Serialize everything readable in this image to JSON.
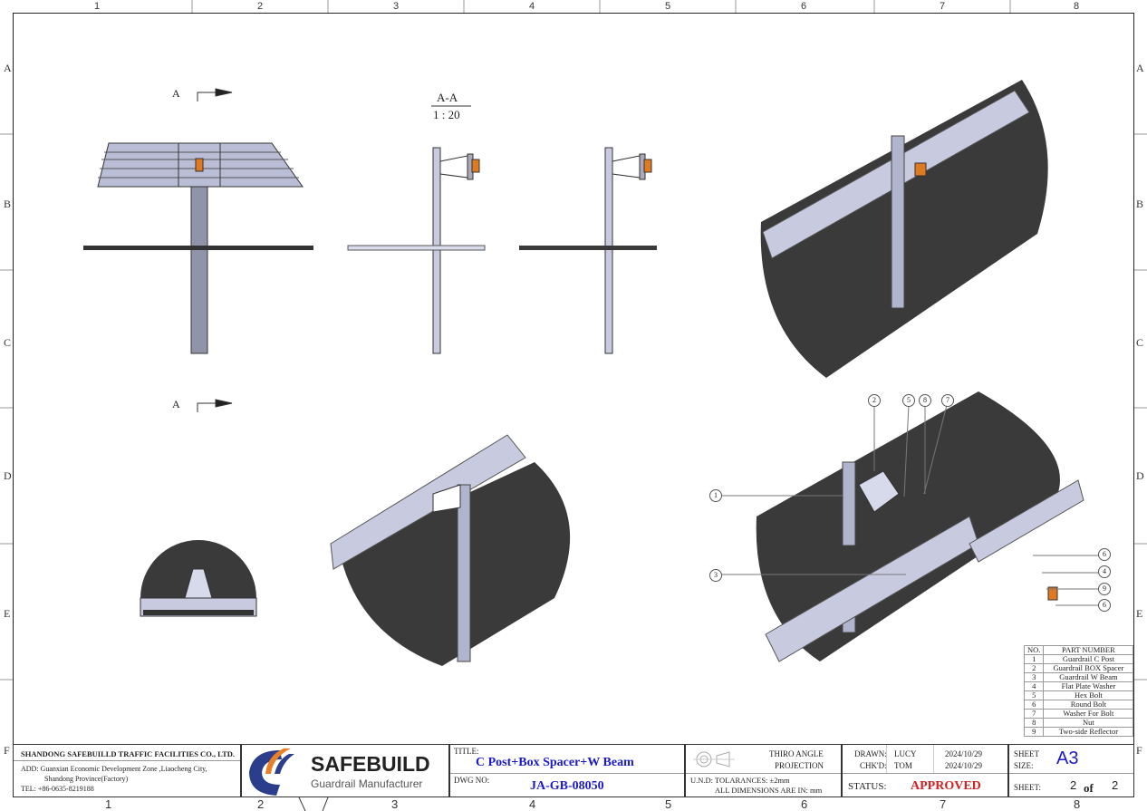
{
  "zones": {
    "columns": [
      "1",
      "2",
      "3",
      "4",
      "5",
      "6",
      "7",
      "8"
    ],
    "rows": [
      "A",
      "B",
      "C",
      "D",
      "E",
      "F"
    ]
  },
  "views": {
    "section_marker": "A",
    "section_title": "A-A",
    "section_scale": "1 : 20"
  },
  "balloons": [
    "1",
    "2",
    "3",
    "4",
    "5",
    "6",
    "6",
    "7",
    "8",
    "9"
  ],
  "parts_list": {
    "headers": [
      "NO.",
      "PART NUMBER"
    ],
    "rows": [
      [
        "1",
        "Guardrail C Post"
      ],
      [
        "2",
        "Guardrail BOX Spacer"
      ],
      [
        "3",
        "Guardrail W Beam"
      ],
      [
        "4",
        "Flat Plate Washer"
      ],
      [
        "5",
        "Hex Bolt"
      ],
      [
        "6",
        "Round Bolt"
      ],
      [
        "7",
        "Washer For Bolt"
      ],
      [
        "8",
        "Nut"
      ],
      [
        "9",
        "Two-side Reflector"
      ]
    ]
  },
  "title_block": {
    "company": "SHANDONG SAFEBUILLD TRAFFIC FACILITIES CO., LTD.",
    "address_line1": "ADD:  Guanxian Economic Development Zone ,Liaocheng City,",
    "address_line2": "Shandong Province(Factory)",
    "tel": "TEL:  +86-0635-8219188",
    "logo_name": "SAFEBUILD",
    "logo_tagline": "Guardrail Manufacturer",
    "title_label": "TITLE:",
    "title": "C Post+Box Spacer+W Beam",
    "dwg_label": "DWG NO:",
    "dwg_no": "JA-GB-08050",
    "projection_line1": "THIRO ANGLE",
    "projection_line2": "PROJECTION",
    "tolerance": "U.N.D: TOLARANCES: ±2mm",
    "dimensions": "ALL DIMENSIONS ARE IN: mm",
    "drawn_label": "DRAWN:",
    "drawn_by": "LUCY",
    "drawn_date": "2024/10/29",
    "checked_label": "CHK'D:",
    "checked_by": "TOM",
    "checked_date": "2024/10/29",
    "status_label": "STATUS:",
    "status": "APPROVED",
    "sheet_size_label1": "SHEET",
    "sheet_size_label2": "SIZE:",
    "sheet_size": "A3",
    "sheet_label": "SHEET:",
    "sheet_no": "2",
    "sheet_of": "of",
    "sheet_total": "2"
  },
  "colors": {
    "title_blue": "#1a1acc",
    "status_red": "#d42020",
    "steel": "#9ea3c0",
    "reflector": "#e07a20",
    "dark_ground": "#3a3a3a"
  }
}
